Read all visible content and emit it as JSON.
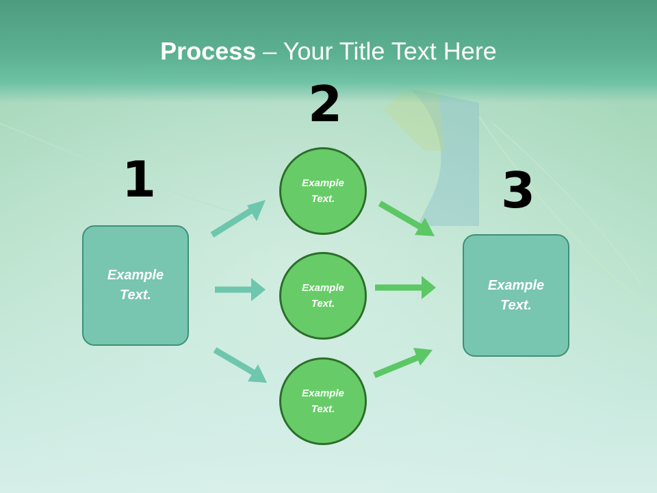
{
  "title": {
    "bold": "Process",
    "rest": " – Your Title Text Here"
  },
  "steps": {
    "one": "1",
    "two": "2",
    "three": "3"
  },
  "left_box": {
    "text": "Example\nText."
  },
  "right_box": {
    "text": "Example\nText."
  },
  "circles": [
    {
      "text": "Example\nText."
    },
    {
      "text": "Example\nText."
    },
    {
      "text": "Example\nText."
    }
  ],
  "colors": {
    "header": "#5db292",
    "box_fill": "#78c5b0",
    "box_border": "#3e8f78",
    "circle_fill": "#67cc67",
    "circle_border": "#2c6e2c",
    "arrow_teal": "#6ec6ad",
    "arrow_green": "#5cc765"
  }
}
